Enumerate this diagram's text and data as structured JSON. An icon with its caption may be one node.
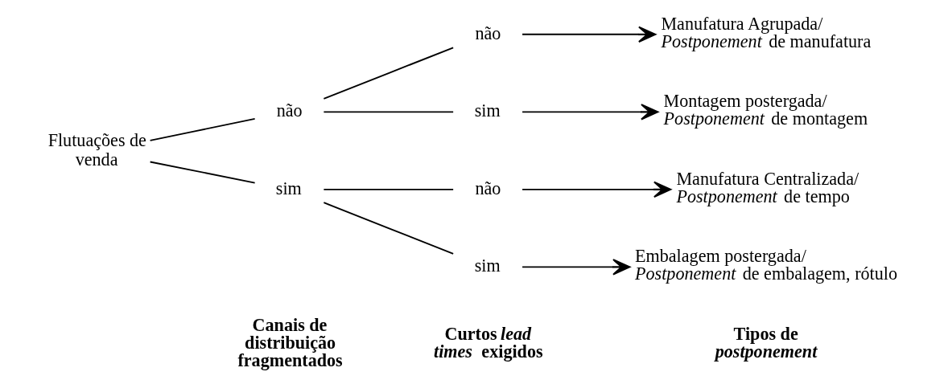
{
  "diagram": {
    "nodes": [
      {
        "text": [
          "Flutuações de venda"
        ]
      },
      {
        "text": [
          "não"
        ]
      },
      {
        "text": [
          "sim"
        ]
      },
      {
        "text": [
          "não"
        ]
      },
      {
        "text": [
          "sim"
        ]
      },
      {
        "text": [
          "não"
        ]
      },
      {
        "text": [
          "sim"
        ]
      },
      {
        "text": [
          "Manufatura Agrupada/ *Postponement* de manufatura"
        ]
      },
      {
        "text": [
          "Montagem postergada/ *Postponement* de montagem"
        ]
      },
      {
        "text": [
          "Manufatura Centralizada/ *Postponement* de tempo"
        ]
      },
      {
        "text": [
          "Embalagem postergada/ *Postponement* de embalagem, rótulo"
        ]
      }
    ],
    "edges": [
      {
        "from": 0,
        "to": 1,
        "arrow": "none"
      },
      {
        "from": 0,
        "to": 2,
        "arrow": "none"
      },
      {
        "from": 1,
        "to": 3,
        "arrow": "none"
      },
      {
        "from": 1,
        "to": 4,
        "arrow": "none"
      },
      {
        "from": 2,
        "to": 5,
        "arrow": "none"
      },
      {
        "from": 2,
        "to": 6,
        "arrow": "none"
      },
      {
        "from": 3,
        "to": 7,
        "arrow": "to"
      },
      {
        "from": 4,
        "to": 8,
        "arrow": "to"
      },
      {
        "from": 5,
        "to": 9,
        "arrow": "to"
      },
      {
        "from": 6,
        "to": 10,
        "arrow": "to"
      }
    ],
    "labels": [
      "Canais de distribuição fragmentados",
      "Curtos *lead times* exigidos",
      "Tipos de *postponement*"
    ]
  }
}
